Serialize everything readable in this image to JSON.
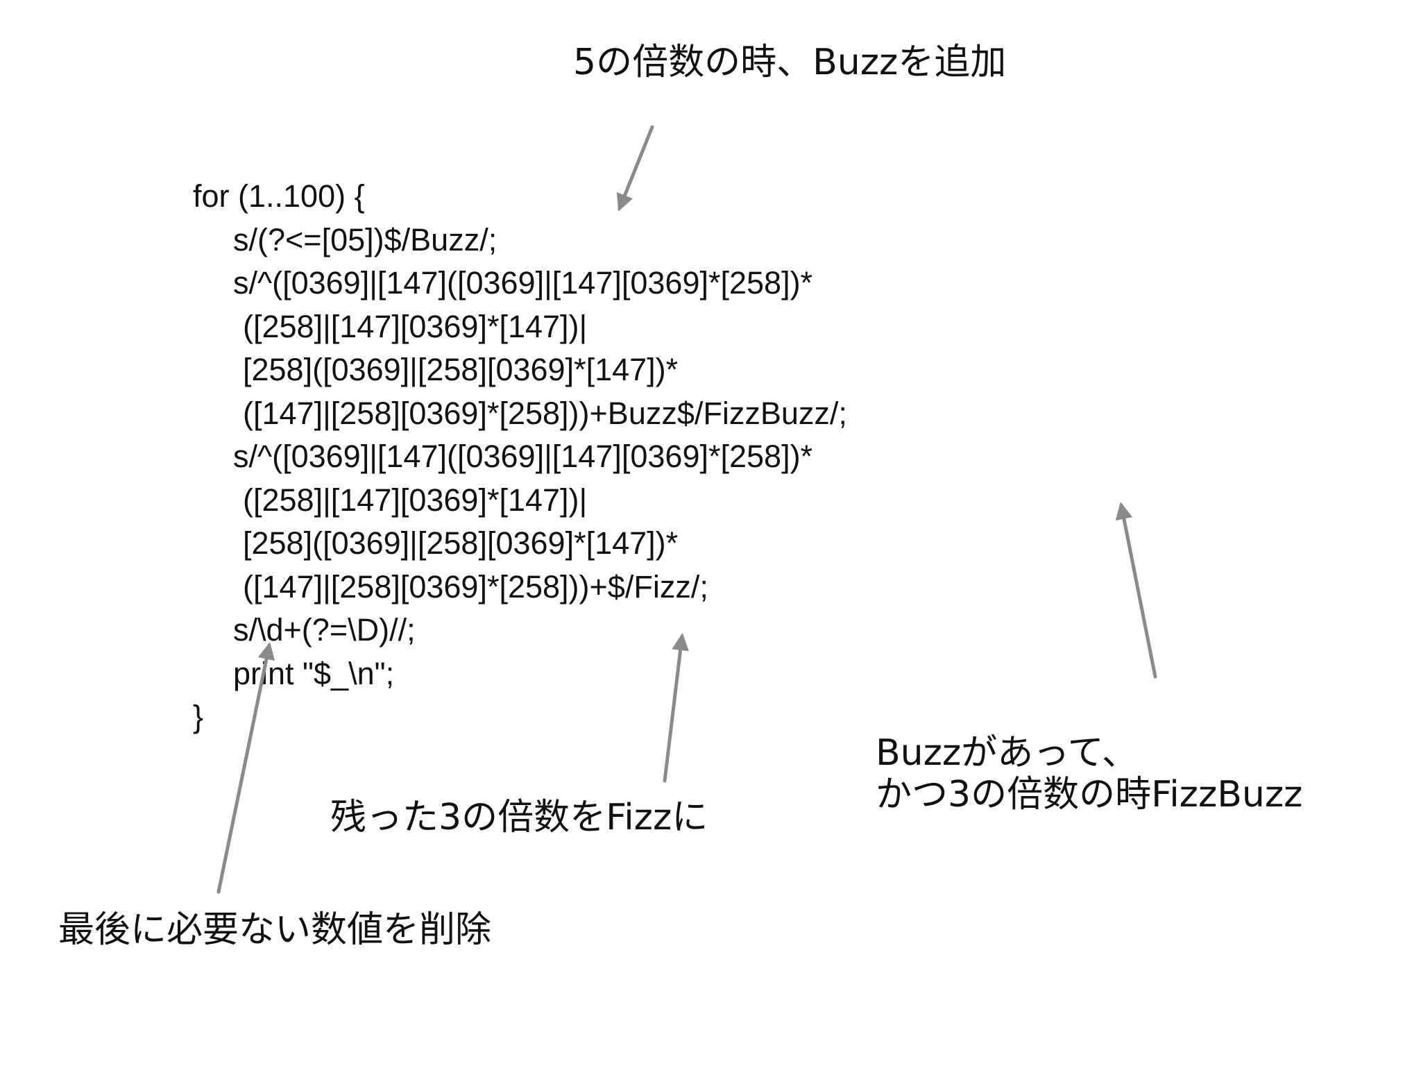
{
  "code": {
    "lines": [
      {
        "text": "for (1..100) {",
        "indent": 0
      },
      {
        "text": "s/(?<=[05])$/Buzz/;",
        "indent": 1
      },
      {
        "text": "s/^([0369]|[147]([0369]|[147][0369]*[258])*",
        "indent": 1
      },
      {
        "text": "([258]|[147][0369]*[147])|",
        "indent": 2
      },
      {
        "text": "[258]([0369]|[258][0369]*[147])*",
        "indent": 2
      },
      {
        "text": "([147]|[258][0369]*[258]))+Buzz$/FizzBuzz/;",
        "indent": 2
      },
      {
        "text": "s/^([0369]|[147]([0369]|[147][0369]*[258])*",
        "indent": 1
      },
      {
        "text": "([258]|[147][0369]*[147])|",
        "indent": 2
      },
      {
        "text": "[258]([0369]|[258][0369]*[147])*",
        "indent": 2
      },
      {
        "text": "([147]|[258][0369]*[258]))+$/Fizz/;",
        "indent": 2
      },
      {
        "text": "s/\\d+(?=\\D)//;",
        "indent": 1
      },
      {
        "text": "print \"$_\\n\";",
        "indent": 1
      },
      {
        "text": "}",
        "indent": 0
      }
    ]
  },
  "annotations": {
    "buzz": "5の倍数の時、Buzzを追加",
    "fizzbuzz_line1": "Buzzがあって、",
    "fizzbuzz_line2": "かつ3の倍数の時FizzBuzz",
    "fizz": "残った3の倍数をFizzに",
    "delete": "最後に必要ない数値を削除"
  },
  "colors": {
    "arrow": "#8a8a8a",
    "text": "#111111",
    "background": "#ffffff"
  }
}
